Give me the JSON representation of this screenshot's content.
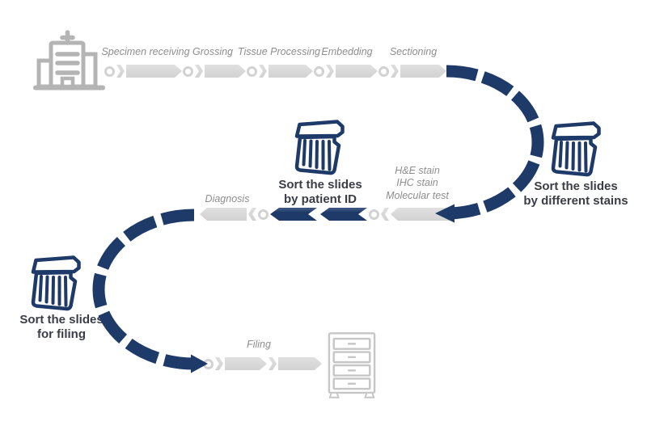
{
  "colors": {
    "navy": "#1e3a69",
    "arrow_gray": "#d9d9d9",
    "hospital_icon_gray": "#b4b4b4",
    "cabinet_icon_gray": "#c6c6c6",
    "label_gray": "#8e8e8e",
    "caption_dark": "#3a3d45"
  },
  "top_row": {
    "steps": [
      {
        "label": "Specimen receiving"
      },
      {
        "label": "Grossing"
      },
      {
        "label": "Tissue Processing"
      },
      {
        "label": "Embedding"
      },
      {
        "label": "Sectioning"
      }
    ],
    "icon": "hospital-icon"
  },
  "right_turn": {
    "icon": "slide-rack-icon",
    "caption_line1": "Sort the slides",
    "caption_line2": "by different stains"
  },
  "middle_row": {
    "stain_labels": [
      "H&E stain",
      "IHC stain",
      "Molecular test"
    ],
    "patient_sort": {
      "icon": "slide-rack-icon",
      "caption_line1": "Sort the slides",
      "caption_line2": "by patient ID"
    },
    "diagnosis_label": "Diagnosis"
  },
  "left_turn": {
    "icon": "slide-rack-icon",
    "caption_line1": "Sort the slides",
    "caption_line2": "for filing"
  },
  "bottom_row": {
    "filing_label": "Filing",
    "icon": "filing-cabinet-icon"
  }
}
